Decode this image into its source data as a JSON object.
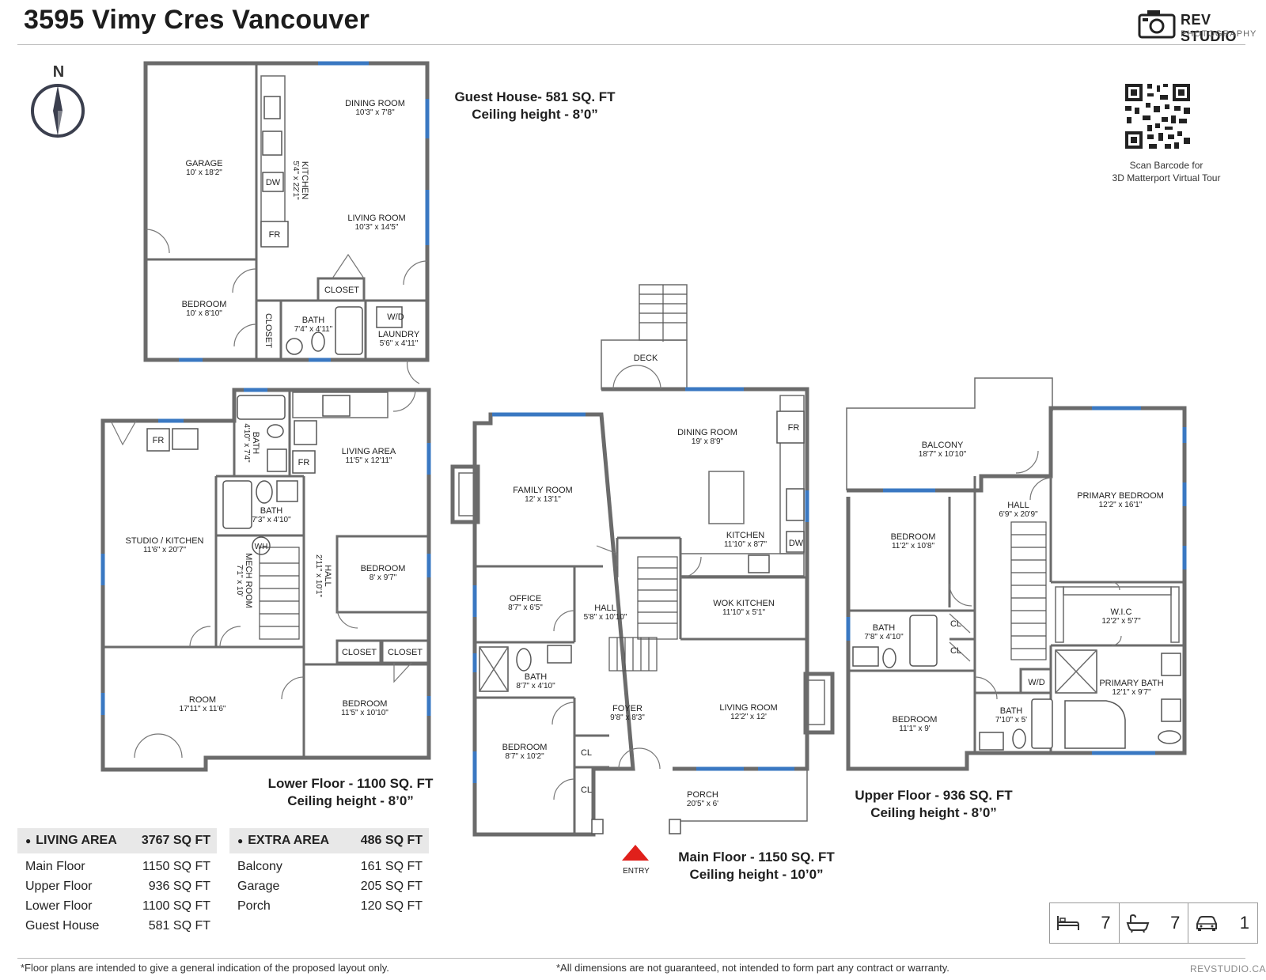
{
  "header": {
    "title": "3595 Vimy Cres Vancouver",
    "brand_name": "REV STUDIO",
    "brand_sub": "PHOTOGRAPHY"
  },
  "compass": {
    "label": "N"
  },
  "qr": {
    "caption_1": "Scan Barcode for",
    "caption_2": "3D Matterport Virtual Tour"
  },
  "guest_house": {
    "title": "Guest House- 581 SQ. FT",
    "ceiling": "Ceiling height - 8’0”",
    "rooms": {
      "garage": {
        "name": "GARAGE",
        "dim": "10' x 18'2\""
      },
      "dining": {
        "name": "DINING ROOM",
        "dim": "10'3\" x 7'8\""
      },
      "kitchen": {
        "name": "KITCHEN",
        "dim": "5'4\" x 22'1\""
      },
      "living": {
        "name": "LIVING ROOM",
        "dim": "10'3\" x 14'5\""
      },
      "bedroom": {
        "name": "BEDROOM",
        "dim": "10' x 8'10\""
      },
      "closet_v": "CLOSET",
      "closet": "CLOSET",
      "bath": {
        "name": "BATH",
        "dim": "7'4\" x 4'11\""
      },
      "laundry": {
        "name": "LAUNDRY",
        "dim": "5'6\" x 4'11\""
      },
      "wd": "W/D",
      "fr": "FR",
      "dw": "DW"
    }
  },
  "lower_floor": {
    "title": "Lower Floor - 1100 SQ. FT",
    "ceiling": "Ceiling height - 8’0”",
    "rooms": {
      "studio": {
        "name": "STUDIO / KITCHEN",
        "dim": "11'6\" x 20'7\""
      },
      "bath_v": {
        "name": "BATH",
        "dim": "4'10\" x 7'4\""
      },
      "living": {
        "name": "LIVING AREA",
        "dim": "11'5\" x 12'11\""
      },
      "bath": {
        "name": "BATH",
        "dim": "7'3\" x 4'10\""
      },
      "mech": {
        "name": "MECH ROOM",
        "dim": "7'1\" x 10'"
      },
      "hall": {
        "name": "HALL",
        "dim": "2'11\" x 10'1\""
      },
      "bedroom1": {
        "name": "BEDROOM",
        "dim": "8' x 9'7\""
      },
      "closet1": "CLOSET",
      "closet2": "CLOSET",
      "room": {
        "name": "ROOM",
        "dim": "17'11\" x 11'6\""
      },
      "bedroom2": {
        "name": "BEDROOM",
        "dim": "11'5\" x 10'10\""
      },
      "fr1": "FR",
      "fr2": "FR",
      "wh": "WH"
    }
  },
  "main_floor": {
    "title": "Main Floor - 1150 SQ. FT",
    "ceiling": "Ceiling height - 10’0”",
    "entry": "ENTRY",
    "rooms": {
      "deck": "DECK",
      "dining": {
        "name": "DINING ROOM",
        "dim": "19' x 8'9\""
      },
      "family": {
        "name": "FAMILY ROOM",
        "dim": "12' x 13'1\""
      },
      "kitchen": {
        "name": "KITCHEN",
        "dim": "11'10\" x 8'7\""
      },
      "office": {
        "name": "OFFICE",
        "dim": "8'7\" x 6'5\""
      },
      "hall": {
        "name": "HALL",
        "dim": "5'8\" x 10'10\""
      },
      "wok": {
        "name": "WOK KITCHEN",
        "dim": "11'10\" x 5'1\""
      },
      "bath": {
        "name": "BATH",
        "dim": "8'7\" x 4'10\""
      },
      "foyer": {
        "name": "FOYER",
        "dim": "9'8\" x 8'3\""
      },
      "living": {
        "name": "LIVING ROOM",
        "dim": "12'2\" x 12'"
      },
      "bedroom": {
        "name": "BEDROOM",
        "dim": "8'7\" x 10'2\""
      },
      "cl1": "CL",
      "cl2": "CL",
      "porch": {
        "name": "PORCH",
        "dim": "20'5\" x 6'"
      },
      "fr": "FR",
      "dw": "DW"
    }
  },
  "upper_floor": {
    "title": "Upper Floor - 936 SQ. FT",
    "ceiling": "Ceiling height - 8’0”",
    "rooms": {
      "balcony": {
        "name": "BALCONY",
        "dim": "18'7\" x 10'10\""
      },
      "primary_bed": {
        "name": "PRIMARY BEDROOM",
        "dim": "12'2\" x 16'1\""
      },
      "hall": {
        "name": "HALL",
        "dim": "6'9\" x 20'9\""
      },
      "bedroom1": {
        "name": "BEDROOM",
        "dim": "11'2\" x 10'8\""
      },
      "bath1": {
        "name": "BATH",
        "dim": "7'8\" x 4'10\""
      },
      "cl1": "CL",
      "cl2": "CL",
      "wic": {
        "name": "W.I.C",
        "dim": "12'2\" x 5'7\""
      },
      "primary_bath": {
        "name": "PRIMARY BATH",
        "dim": "12'1\" x 9'7\""
      },
      "wd": "W/D",
      "bedroom2": {
        "name": "BEDROOM",
        "dim": "11'1\" x 9'"
      },
      "bath2": {
        "name": "BATH",
        "dim": "7'10\" x 5'"
      }
    }
  },
  "living_area": {
    "label": "LIVING AREA",
    "total": "3767 SQ FT",
    "rows": [
      {
        "name": "Main Floor",
        "value": "1150 SQ FT"
      },
      {
        "name": "Upper Floor",
        "value": "936 SQ FT"
      },
      {
        "name": "Lower Floor",
        "value": "1100 SQ FT"
      },
      {
        "name": "Guest House",
        "value": "581 SQ FT"
      }
    ]
  },
  "extra_area": {
    "label": "EXTRA AREA",
    "total": "486 SQ FT",
    "rows": [
      {
        "name": "Balcony",
        "value": "161 SQ FT"
      },
      {
        "name": "Garage",
        "value": "205 SQ FT"
      },
      {
        "name": "Porch",
        "value": "120 SQ FT"
      }
    ]
  },
  "counts": {
    "beds": "7",
    "baths": "7",
    "garage": "1"
  },
  "icons": {
    "bed": "bed-icon",
    "bath": "bathtub-icon",
    "car": "car-icon",
    "camera": "camera-icon",
    "compass": "compass-icon",
    "qr": "qr-code-icon"
  },
  "footer": {
    "left": "*Floor plans are intended to give a general indication of the proposed layout only.",
    "right": "*All dimensions are not guaranteed, not intended to form part any contract or warranty.",
    "site": "REVSTUDIO.CA"
  },
  "colors": {
    "wall": "#6b6b6b",
    "window": "#3a78c2",
    "marker": "#e0201b",
    "table_head": "#e8e8e8"
  }
}
